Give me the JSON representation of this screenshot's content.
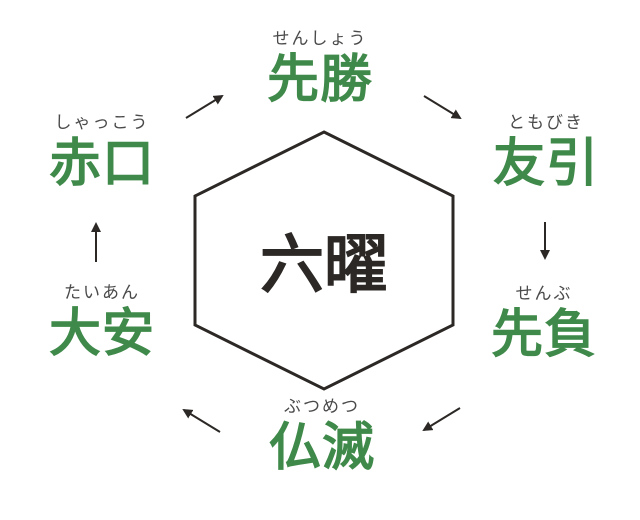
{
  "colors": {
    "accent": "#3f8a4a",
    "ink": "#2c2826",
    "ruby": "#4a4a4a"
  },
  "center": {
    "label": "六曜"
  },
  "items": [
    {
      "kanji": "先勝",
      "reading": "せんしょう"
    },
    {
      "kanji": "友引",
      "reading": "ともびき"
    },
    {
      "kanji": "先負",
      "reading": "せんぶ"
    },
    {
      "kanji": "仏滅",
      "reading": "ぶつめつ"
    },
    {
      "kanji": "大安",
      "reading": "たいあん"
    },
    {
      "kanji": "赤口",
      "reading": "しゃっこう"
    }
  ]
}
